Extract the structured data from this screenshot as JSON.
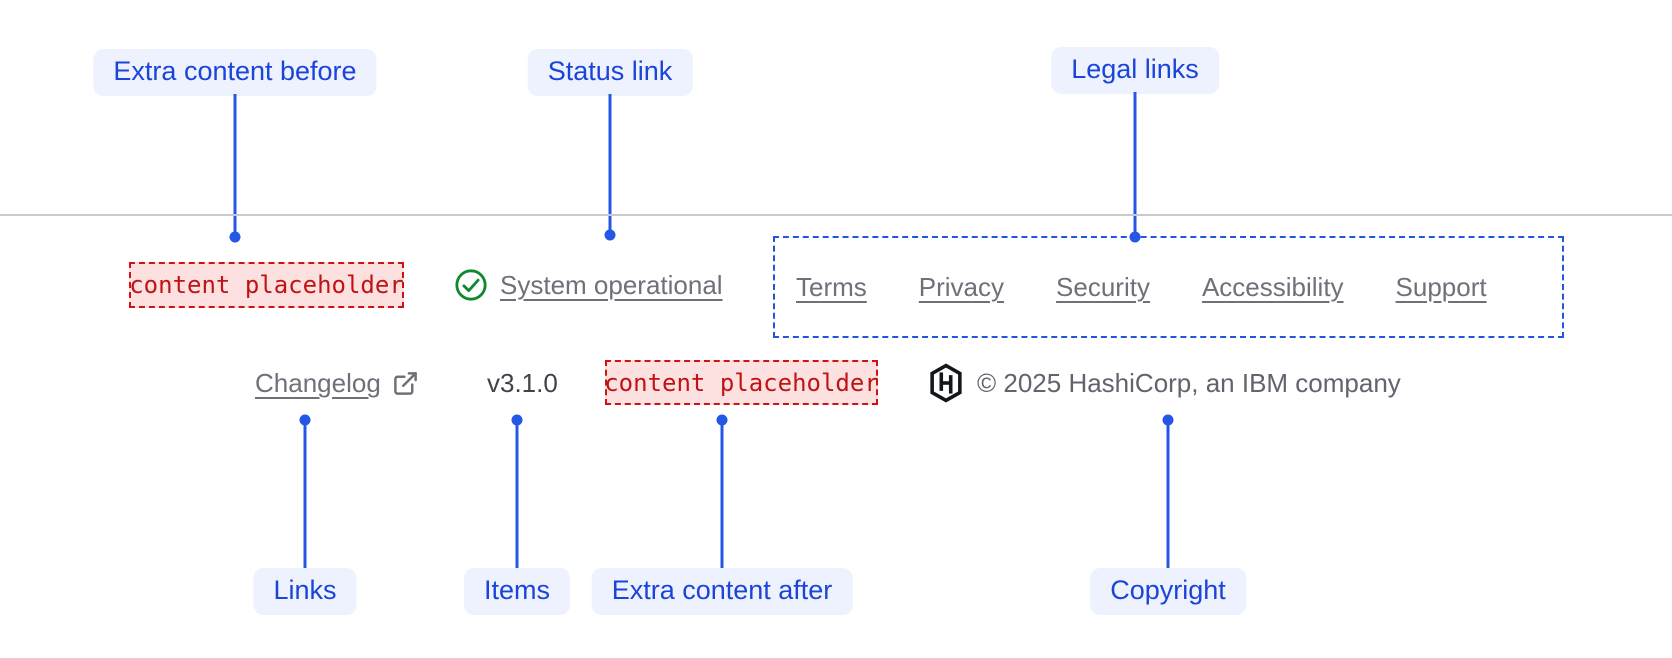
{
  "annotations": {
    "extra_before": "Extra content before",
    "status_link": "Status link",
    "legal_links": "Legal links",
    "links": "Links",
    "items": "Items",
    "extra_after": "Extra content after",
    "copyright": "Copyright"
  },
  "footer": {
    "extra_before_placeholder": "content placeholder",
    "status": {
      "label": "System operational",
      "icon": "check-circle-icon"
    },
    "legal": {
      "links": [
        "Terms",
        "Privacy",
        "Security",
        "Accessibility",
        "Support"
      ]
    },
    "links": [
      {
        "label": "Changelog",
        "external": true
      }
    ],
    "version": "v3.1.0",
    "extra_after_placeholder": "content placeholder",
    "brand": {
      "logo": "hashicorp-logo",
      "copyright": "© 2025 HashiCorp, an IBM company"
    }
  },
  "colors": {
    "annotation_blue": "#1b44d8",
    "annotation_pill_bg": "#edf2fe",
    "annotation_line": "#2457e6",
    "legal_dashed_border": "#2255e0",
    "placeholder_border": "#d01212",
    "placeholder_bg": "#fde1e1",
    "placeholder_text": "#c01414",
    "footer_link_gray": "#70707b",
    "version_gray": "#3f434b",
    "copyright_gray": "#63636e",
    "logo_black": "#13161c",
    "status_green": "#0e8a2e",
    "divider_gray": "#c9cacd"
  }
}
